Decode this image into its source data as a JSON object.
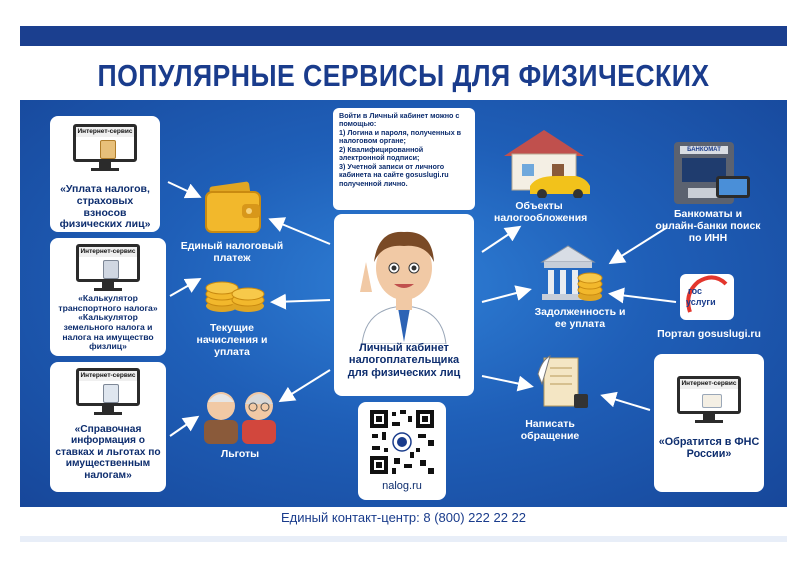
{
  "title": "ПОПУЛЯРНЫЕ СЕРВИСЫ ДЛЯ ФИЗИЧЕСКИХ ЛИЦ",
  "internet_service_label": "Интернет-сервис",
  "left_cards": [
    {
      "text": "«Уплата налогов, страховых взносов физических лиц»"
    },
    {
      "text": "«Калькулятор транспортного налога» «Калькулятор земельного налога и налога на имущество физлиц»"
    },
    {
      "text": "«Справочная информация о ставках и льготах по имущественным налогам»"
    }
  ],
  "left_mid_labels": {
    "single_payment": "Единый налоговый платеж",
    "current_charges": "Текущие начисления и уплата",
    "benefits": "Льготы"
  },
  "info_box": {
    "intro": "Войти в Личный кабинет можно с помощью:",
    "item1": "1) Логина и пароля, полученных в налоговом органе;",
    "item2": "2) Квалифицированной электронной подписи;",
    "item3": "3) Учетной записи от личного кабинета на сайте gosuslugi.ru полученной лично."
  },
  "center_card": {
    "text": "Личный кабинет налогоплательщика для физических лиц"
  },
  "qr": {
    "url": "nalog.ru"
  },
  "right_mid_labels": {
    "objects": "Объекты налогообложения",
    "debt": "Задолженность и ее уплата",
    "appeal": "Написать обращение"
  },
  "right_labels": {
    "atm": "Банкоматы и онлайн-банки поиск по ИНН",
    "atm_sign": "БАНКОМАТ",
    "gosuslugi_portal": "Портал gosuslugi.ru",
    "gos_logo_top": "гос",
    "gos_logo_bottom": "услуги"
  },
  "right_card": {
    "text": "«Обратится в ФНС России»"
  },
  "contact": "Единый контакт-центр: 8 (800) 222 22 22",
  "colors": {
    "title": "#1a3c8c",
    "panel": "#1f5fb8",
    "card_text": "#0d2d6e",
    "gold": "#f2b82c"
  }
}
